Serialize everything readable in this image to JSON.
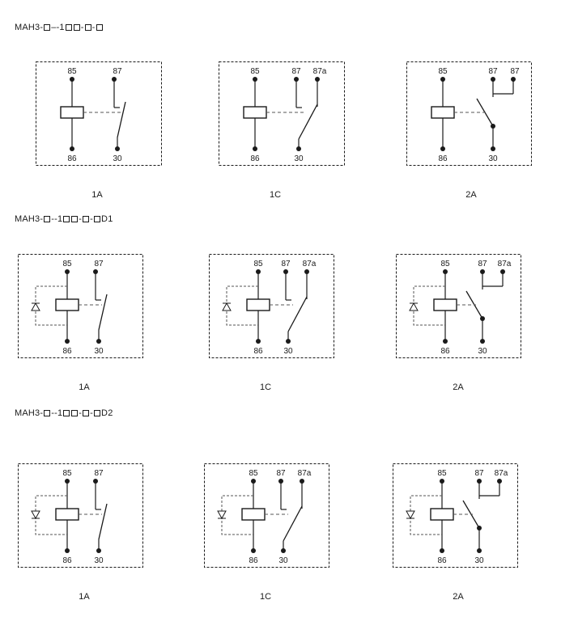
{
  "rows": [
    {
      "title_prefix": "MAH3-",
      "title_suffix": "",
      "variant": "none",
      "cells": [
        {
          "type": "1A",
          "caption": "1A",
          "pins": {
            "coil_top": "85",
            "coil_bottom": "86",
            "contact_a": "87",
            "common": "30"
          }
        },
        {
          "type": "1C",
          "caption": "1C",
          "pins": {
            "coil_top": "85",
            "coil_bottom": "86",
            "contact_a": "87",
            "contact_b": "87a",
            "common": "30"
          }
        },
        {
          "type": "2A",
          "caption": "2A",
          "pins": {
            "coil_top": "85",
            "coil_bottom": "86",
            "contact_a": "87",
            "contact_b": "87",
            "common": "30"
          }
        }
      ]
    },
    {
      "title_prefix": "MAH3-",
      "title_suffix": "D1",
      "variant": "D1",
      "cells": [
        {
          "type": "1A",
          "caption": "1A",
          "pins": {
            "coil_top": "85",
            "coil_bottom": "86",
            "contact_a": "87",
            "common": "30"
          }
        },
        {
          "type": "1C",
          "caption": "1C",
          "pins": {
            "coil_top": "85",
            "coil_bottom": "86",
            "contact_a": "87",
            "contact_b": "87a",
            "common": "30"
          }
        },
        {
          "type": "2A",
          "caption": "2A",
          "pins": {
            "coil_top": "85",
            "coil_bottom": "86",
            "contact_a": "87",
            "contact_b": "87a",
            "common": "30"
          }
        }
      ]
    },
    {
      "title_prefix": "MAH3-",
      "title_suffix": "D2",
      "variant": "D2",
      "cells": [
        {
          "type": "1A",
          "caption": "1A",
          "pins": {
            "coil_top": "85",
            "coil_bottom": "86",
            "contact_a": "87",
            "common": "30"
          }
        },
        {
          "type": "1C",
          "caption": "1C",
          "pins": {
            "coil_top": "85",
            "coil_bottom": "86",
            "contact_a": "87",
            "contact_b": "87a",
            "common": "30"
          }
        },
        {
          "type": "2A",
          "caption": "2A",
          "pins": {
            "coil_top": "85",
            "coil_bottom": "86",
            "contact_a": "87",
            "contact_b": "87a",
            "common": "30"
          }
        }
      ]
    }
  ],
  "title_separator": "-1",
  "colors": {
    "line": "#1a1a1a",
    "dash": "#555555"
  }
}
